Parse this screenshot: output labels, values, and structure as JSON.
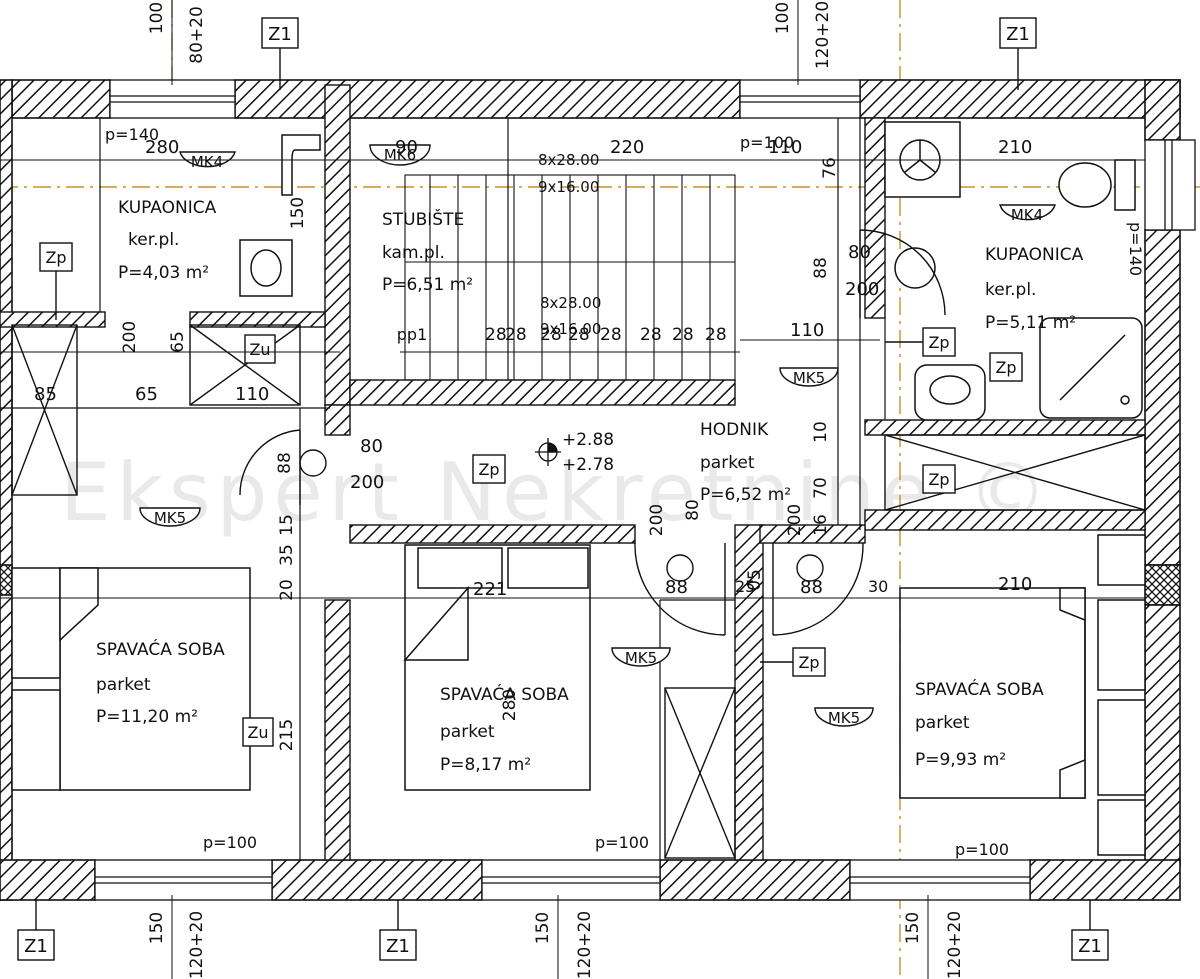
{
  "rooms": {
    "bath_left": {
      "name": "KUPAONICA",
      "floor": "ker.pl.",
      "area": "P=4,03 m²",
      "tag": "MK4"
    },
    "stair": {
      "name": "STUBIŠTE",
      "floor": "kam.pl.",
      "area": "P=6,51 m²",
      "tag": "MK6",
      "steps_upper_line1": "8x28.00",
      "steps_upper_line2": "9x16.00",
      "steps_lower_line1": "8x28.00",
      "steps_lower_line2": "9x16.00"
    },
    "bath_right": {
      "name": "KUPAONICA",
      "floor": "ker.pl.",
      "area": "P=5,11 m²",
      "tag": "MK4"
    },
    "hall": {
      "name": "HODNIK",
      "floor": "parket",
      "area": "P=6,52 m²",
      "tag": "MK5",
      "level_upper": "+2.88",
      "level_lower": "+2.78"
    },
    "bed_left": {
      "name": "SPAVAĆA SOBA",
      "floor": "parket",
      "area": "P=11,20 m²",
      "tag": "MK5"
    },
    "bed_mid": {
      "name": "SPAVAĆA SOBA",
      "floor": "parket",
      "area": "P=8,17 m²",
      "tag": "MK5"
    },
    "bed_right": {
      "name": "SPAVAĆA SOBA",
      "floor": "parket",
      "area": "P=9,93 m²",
      "tag": "MK5"
    }
  },
  "axes": [
    "Z1",
    "Z1",
    "Z1",
    "Z1",
    "Z1"
  ],
  "window_dims": {
    "top_left": [
      "100",
      "80+20"
    ],
    "top_right": [
      "100",
      "120+20"
    ],
    "bottom": [
      [
        "150",
        "120+20"
      ],
      [
        "150",
        "120+20"
      ],
      [
        "150",
        "120+20"
      ]
    ]
  },
  "parapets": {
    "top_left": "p=140",
    "top_mid": "p=100",
    "bath_right": "p=140",
    "bottom_1": "p=100",
    "bottom_2": "p=100",
    "bottom_3": "p=100"
  },
  "dims": {
    "d280": "280",
    "d90": "90",
    "d220": "220",
    "d110top": "110",
    "d210top": "210",
    "d210mid": "210",
    "d221": "221",
    "d150": "150",
    "d200a": "200",
    "d65a": "65",
    "d65b": "65",
    "d85": "85",
    "d110b": "110",
    "d110c": "110",
    "d76": "76",
    "d88a": "88",
    "d80a": "80",
    "d200b": "200",
    "d80b": "80",
    "d200c": "200",
    "d88b": "88",
    "d10": "10",
    "d70": "70",
    "d200d": "200",
    "d80c": "80",
    "d200e": "200",
    "d88c": "88",
    "d88d": "88",
    "d30": "30",
    "d215": "215",
    "d20": "20",
    "d35": "35",
    "d15": "15",
    "d25": "25",
    "d280b": "280",
    "d16": "16",
    "d05": "05",
    "steps": [
      "28",
      "28",
      "28",
      "28",
      "28",
      "28",
      "28",
      "28"
    ]
  },
  "markers": {
    "zp": "Zp",
    "zu": "Zu",
    "pp1": "pp1"
  },
  "watermark": "Ekspert Nekretnine ©",
  "colors": {
    "ink": "#111111",
    "axis": "#c8902a",
    "watermark": "#e6e6e6"
  }
}
